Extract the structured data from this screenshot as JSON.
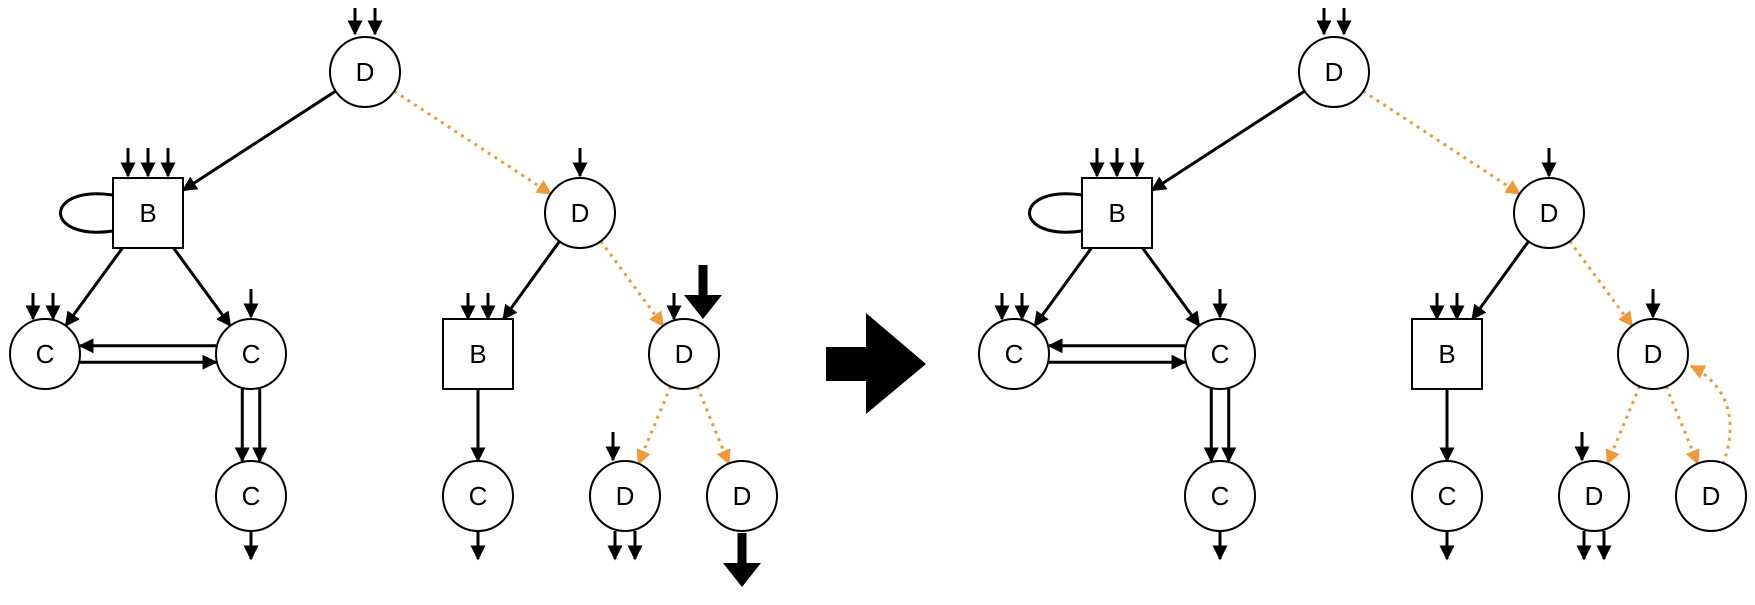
{
  "colors": {
    "edge": "#000000",
    "highlight": "#ee9a3a",
    "node_fill": "#ffffff",
    "node_stroke": "#000000"
  },
  "transform_arrow": {
    "icon": "right-arrow-icon"
  },
  "panels": [
    {
      "id": "before",
      "nodes": [
        {
          "id": "n1",
          "label": "D",
          "shape": "circle"
        },
        {
          "id": "n2",
          "label": "B",
          "shape": "square"
        },
        {
          "id": "n3",
          "label": "D",
          "shape": "circle"
        },
        {
          "id": "n4",
          "label": "C",
          "shape": "circle"
        },
        {
          "id": "n5",
          "label": "C",
          "shape": "circle"
        },
        {
          "id": "n6",
          "label": "C",
          "shape": "circle"
        },
        {
          "id": "n7",
          "label": "B",
          "shape": "square"
        },
        {
          "id": "n8",
          "label": "D",
          "shape": "circle"
        },
        {
          "id": "n9",
          "label": "C",
          "shape": "circle"
        },
        {
          "id": "n10",
          "label": "D",
          "shape": "circle"
        },
        {
          "id": "n11",
          "label": "D",
          "shape": "circle"
        }
      ],
      "edges": [
        {
          "from": "n1",
          "to": "n2",
          "style": "solid"
        },
        {
          "from": "n1",
          "to": "n3",
          "style": "dotted-highlight"
        },
        {
          "from": "n2",
          "to": "n2",
          "style": "self-loop"
        },
        {
          "from": "n2",
          "to": "n4",
          "style": "solid"
        },
        {
          "from": "n2",
          "to": "n5",
          "style": "solid"
        },
        {
          "from": "n5",
          "to": "n4",
          "style": "solid"
        },
        {
          "from": "n4",
          "to": "n5",
          "style": "solid"
        },
        {
          "from": "n5",
          "to": "n6",
          "style": "solid",
          "count": 2
        },
        {
          "from": "n3",
          "to": "n7",
          "style": "solid"
        },
        {
          "from": "n3",
          "to": "n8",
          "style": "dotted-highlight"
        },
        {
          "from": "n7",
          "to": "n9",
          "style": "solid"
        },
        {
          "from": "n8",
          "to": "n10",
          "style": "dotted-highlight"
        },
        {
          "from": "n8",
          "to": "n11",
          "style": "dotted-highlight"
        }
      ]
    },
    {
      "id": "after",
      "nodes": [
        {
          "id": "m1",
          "label": "D",
          "shape": "circle"
        },
        {
          "id": "m2",
          "label": "B",
          "shape": "square"
        },
        {
          "id": "m3",
          "label": "D",
          "shape": "circle"
        },
        {
          "id": "m4",
          "label": "C",
          "shape": "circle"
        },
        {
          "id": "m5",
          "label": "C",
          "shape": "circle"
        },
        {
          "id": "m6",
          "label": "C",
          "shape": "circle"
        },
        {
          "id": "m7",
          "label": "B",
          "shape": "square"
        },
        {
          "id": "m8",
          "label": "D",
          "shape": "circle"
        },
        {
          "id": "m9",
          "label": "C",
          "shape": "circle"
        },
        {
          "id": "m10",
          "label": "D",
          "shape": "circle"
        },
        {
          "id": "m11",
          "label": "D",
          "shape": "circle"
        }
      ],
      "edges": [
        {
          "from": "m1",
          "to": "m2",
          "style": "solid"
        },
        {
          "from": "m1",
          "to": "m3",
          "style": "dotted-highlight"
        },
        {
          "from": "m2",
          "to": "m2",
          "style": "self-loop"
        },
        {
          "from": "m2",
          "to": "m4",
          "style": "solid"
        },
        {
          "from": "m2",
          "to": "m5",
          "style": "solid"
        },
        {
          "from": "m5",
          "to": "m4",
          "style": "solid"
        },
        {
          "from": "m4",
          "to": "m5",
          "style": "solid"
        },
        {
          "from": "m5",
          "to": "m6",
          "style": "solid",
          "count": 2
        },
        {
          "from": "m3",
          "to": "m7",
          "style": "solid"
        },
        {
          "from": "m3",
          "to": "m8",
          "style": "dotted-highlight"
        },
        {
          "from": "m7",
          "to": "m9",
          "style": "solid"
        },
        {
          "from": "m8",
          "to": "m10",
          "style": "dotted-highlight"
        },
        {
          "from": "m8",
          "to": "m11",
          "style": "dotted-highlight"
        },
        {
          "from": "m11",
          "to": "m8",
          "style": "dotted-highlight-curved"
        }
      ]
    }
  ]
}
